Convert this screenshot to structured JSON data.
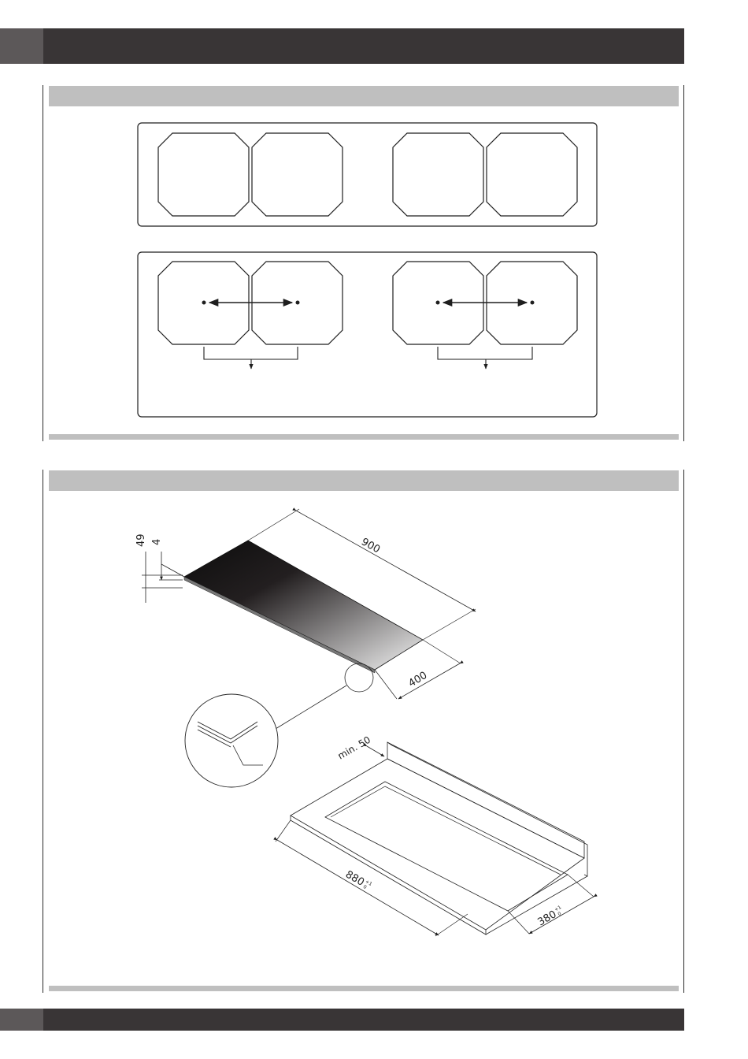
{
  "colors": {
    "header_bar": "#393536",
    "header_tab": "#5c5859",
    "section_gray": "#bfbfbf",
    "line": "#1e1e1e"
  },
  "figure2": {
    "dims": {
      "height_total": "49",
      "glass_thickness": "4",
      "length": "900",
      "depth": "400",
      "margin_min": "min. 50",
      "cutout_length": "880",
      "cutout_length_tol_plus": "+1",
      "cutout_length_tol_minus": "0",
      "cutout_depth": "380",
      "cutout_depth_tol_plus": "+1",
      "cutout_depth_tol_minus": "0"
    }
  }
}
